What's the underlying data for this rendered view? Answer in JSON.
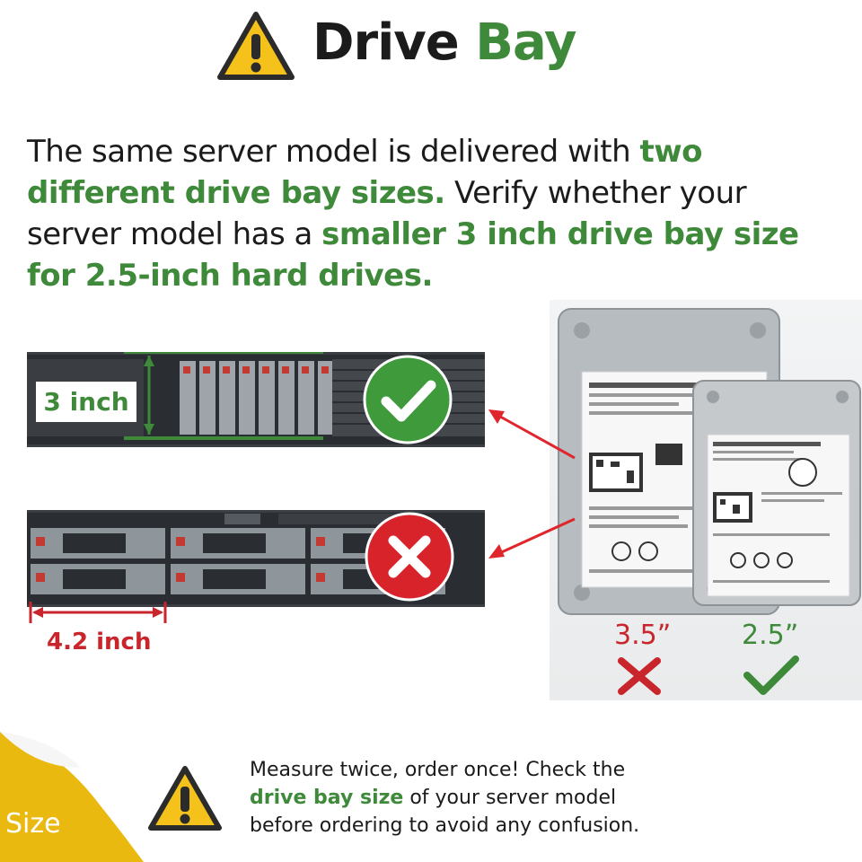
{
  "header": {
    "title_word1": "Drive",
    "title_word2": "Bay",
    "warning_icon": "warning-triangle-icon"
  },
  "intro": {
    "part1": "The same server model is delivered with ",
    "highlight1": "two different drive bay sizes.",
    "part2": " Verify whether your server model has a ",
    "highlight2": "smaller 3 inch drive bay size for 2.5-inch hard drives."
  },
  "comparison": {
    "small_bay": {
      "label": "3 inch",
      "icon": "check-circle-icon"
    },
    "large_bay": {
      "label": "4.2 inch",
      "icon": "x-circle-icon"
    }
  },
  "drives": {
    "large": {
      "label": "3.5”",
      "icon": "x-mark-icon"
    },
    "small": {
      "label": "2.5”",
      "icon": "check-mark-icon"
    }
  },
  "footer": {
    "corner_label": "Size",
    "part1": "Measure twice, order once! Check the ",
    "highlight": "drive bay size",
    "part2": " of your server model before ordering to avoid any confusion."
  },
  "colors": {
    "green": "#3f8a3a",
    "red": "#c8252c",
    "warning_yellow": "#f4c21a",
    "corner_yellow": "#e9b90f"
  }
}
